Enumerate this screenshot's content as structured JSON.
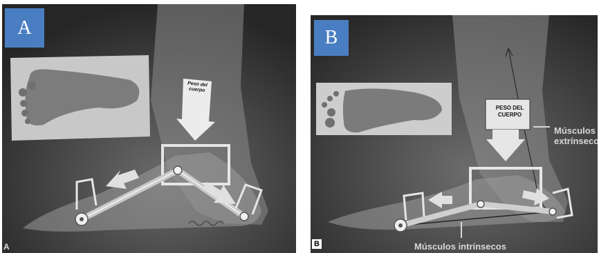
{
  "panel_a": {
    "badge": "A",
    "arrow_label": "Peso del cuerpo",
    "corner_letter": "A"
  },
  "panel_b": {
    "badge": "B",
    "arrow_label": "PESO DEL CUERPO",
    "extrinsic_label": "Músculos extrínsecos",
    "intrinsic_label": "Músculos intrínsecos",
    "corner_letter": "B"
  }
}
